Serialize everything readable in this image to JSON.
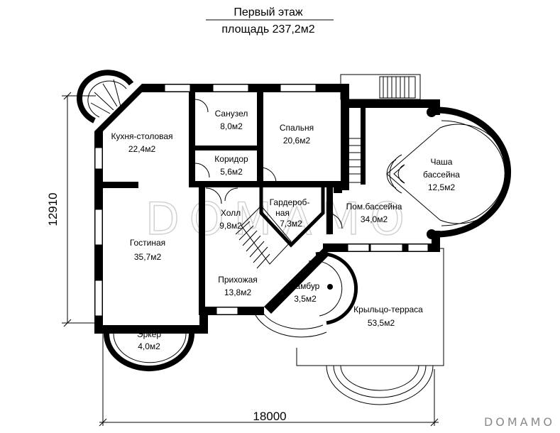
{
  "title": "Первый этаж",
  "subtitle": "площадь 237,2м2",
  "dimensions": {
    "height": "12910",
    "width": "18000"
  },
  "rooms": {
    "kitchen": {
      "name": "Кухня-столовая",
      "area": "22,4м2"
    },
    "bathroom": {
      "name": "Санузел",
      "area": "8,0м2"
    },
    "bedroom": {
      "name": "Спальня",
      "area": "20,6м2"
    },
    "corridor": {
      "name": "Коридор",
      "area": "5,6м2"
    },
    "wardrobe": {
      "name_1": "Гардероб-",
      "name_2": "ная",
      "area": "7,3м2"
    },
    "hall": {
      "name": "Холл",
      "area": "9,8м2"
    },
    "living": {
      "name": "Гостиная",
      "area": "35,7м2"
    },
    "entry": {
      "name": "Прихожая",
      "area": "13,8м2"
    },
    "vestibule": {
      "name": "Тамбур",
      "area": "3,5м2"
    },
    "bay": {
      "name": "Эркер",
      "area": "4,0м2"
    },
    "pool_room": {
      "name": "Пом.бассейна",
      "area": "34,0м2"
    },
    "pool_bowl": {
      "name_1": "Чаша",
      "name_2": "бассейна",
      "area": "12,5м2"
    },
    "terrace": {
      "name": "Крыльцо-терраса",
      "area": "53,5м2"
    }
  },
  "watermark": {
    "main": "DOMAMO",
    "corner": "DOMAMO"
  }
}
